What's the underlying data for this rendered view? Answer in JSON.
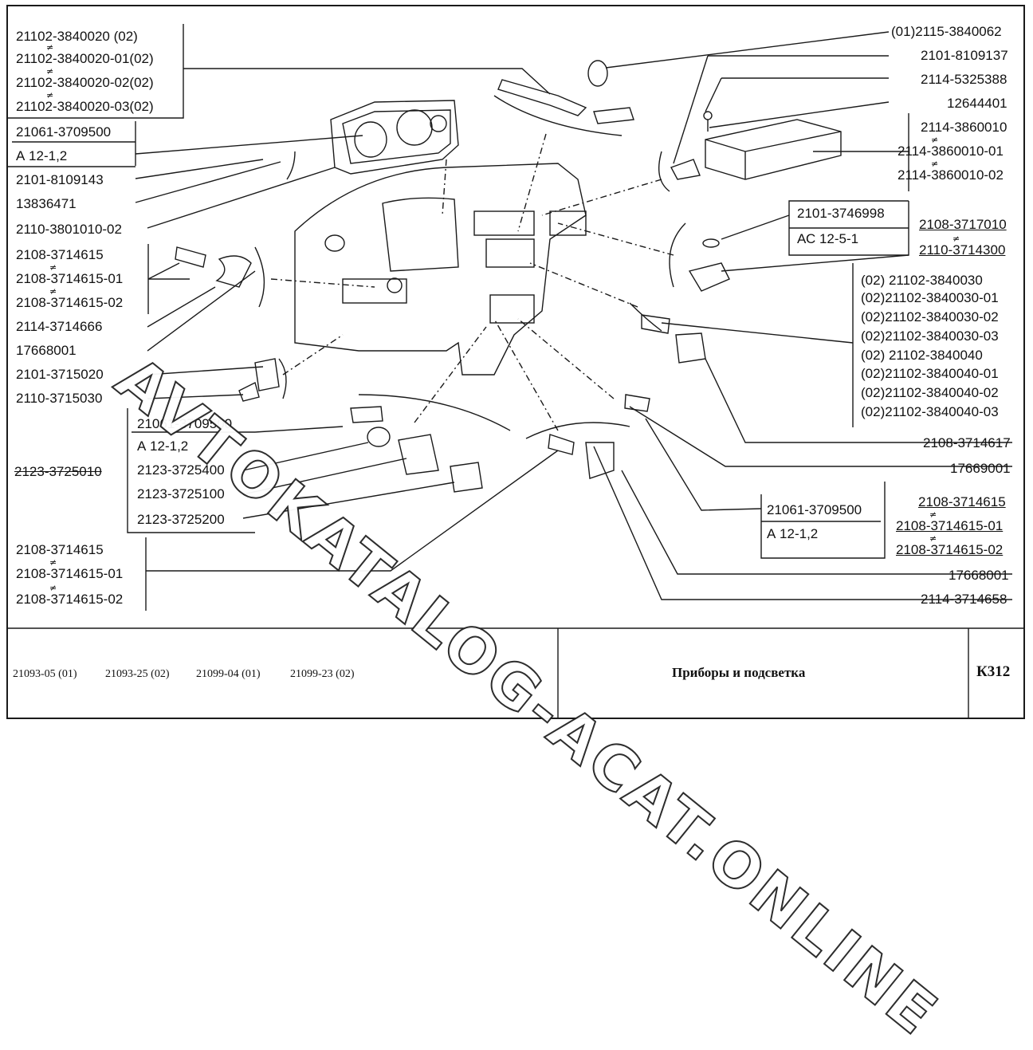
{
  "watermark": "AVTOKATALOG-ACAT.ONLINE",
  "footer": {
    "models": [
      "21093-05 (01)",
      "21093-25 (02)",
      "21099-04 (01)",
      "21099-23 (02)"
    ],
    "title": "Приборы и подсветка",
    "sheet": "К312"
  },
  "ne_symbol": "≠",
  "left_labels": {
    "cluster_group": [
      "21102-3840020      (02)",
      "21102-3840020-01(02)",
      "21102-3840020-02(02)",
      "21102-3840020-03(02)"
    ],
    "lamp_21061": "21061-3709500",
    "lamp_a12": "А 12-1,2",
    "bracket": "2101-8109143",
    "screw_13836471": "13836471",
    "cluster": "2110-3801010-02",
    "switch_group": [
      "2108-3714615",
      "2108-3714615-01",
      "2108-3714615-02"
    ],
    "holder": "2114-3714666",
    "screw_17668001": "17668001",
    "socket_2101": "2101-3715020",
    "socket_2110": "2110-3715030"
  },
  "lighter_group": {
    "name": "2123-3725010",
    "lamp": "21061-3709500",
    "lamp_a12": "А 12-1,2",
    "items": [
      "2123-3725400",
      "2123-3725100",
      "2123-3725200"
    ]
  },
  "bottom_left_group": [
    "2108-3714615",
    "2108-3714615-01",
    "2108-3714615-02"
  ],
  "right_labels": {
    "cap": "(01)2115-3840062",
    "bracket": "2101-8109137",
    "screw_5325388": "2114-5325388",
    "screw_12644401": "12644401",
    "heater_group": [
      "2114-3860010",
      "2114-3860010-01",
      "2114-3860010-02"
    ],
    "lamp_box": [
      "2101-3746998",
      "АС 12-5-1"
    ],
    "lamp_switch": [
      "2108-3717010",
      "2110-3714300"
    ],
    "sensor_group": [
      "(02)       21102-3840030",
      "(02)21102-3840030-01",
      "(02)21102-3840030-02",
      "(02)21102-3840030-03",
      "(02)       21102-3840040",
      "(02)21102-3840040-01",
      "(02)21102-3840040-02",
      "(02)21102-3840040-03"
    ],
    "holder_3714617": "2108-3714617",
    "screw_17669001": "17669001",
    "switch_group": [
      "2108-3714615",
      "2108-3714615-01",
      "2108-3714615-02"
    ],
    "center_lamp": [
      "21061-3709500",
      "А 12-1,2"
    ],
    "screw_17668001": "17668001",
    "holder_3714658": "2114-3714658"
  }
}
